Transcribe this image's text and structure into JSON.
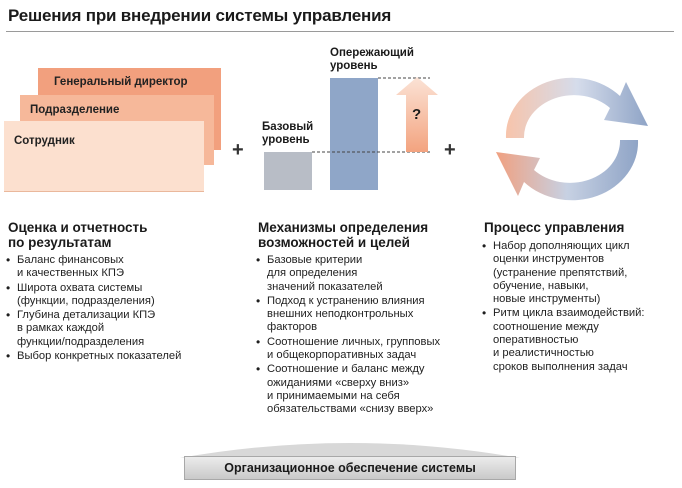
{
  "header": {
    "title": "Решения при внедрении системы управления"
  },
  "column1": {
    "cards": {
      "director": "Генеральный директор",
      "division": "Подразделение",
      "employee": "Сотрудник"
    },
    "heading_line1": "Оценка и отчетность",
    "heading_line2": "по результатам",
    "bullets": [
      [
        "Баланс финансовых",
        "и качественных КПЭ"
      ],
      [
        "Широта охвата системы",
        "(функции, подразделения)"
      ],
      [
        "Глубина детализации КПЭ",
        "в рамках каждой",
        "функции/подразделения"
      ],
      [
        "Выбор конкретных показателей"
      ]
    ]
  },
  "column2": {
    "base_level_line1": "Базовый",
    "base_level_line2": "уровень",
    "advanced_level_line1": "Опережающий",
    "advanced_level_line2": "уровень",
    "question_mark": "?",
    "heading_line1": "Механизмы определения",
    "heading_line2": "возможностей и целей",
    "bullets": [
      [
        "Базовые критерии",
        "для определения",
        "значений показателей"
      ],
      [
        "Подход к устранению влияния",
        "внешних неподконтрольных",
        "факторов"
      ],
      [
        "Соотношение личных, групповых",
        "и общекорпоративных задач"
      ],
      [
        "Соотношение и баланс между",
        "ожиданиями «сверху вниз»",
        "и принимаемыми на себя",
        "обязательствами «снизу вверх»"
      ]
    ]
  },
  "column3": {
    "heading_line1": "Процесс управления",
    "bullets": [
      [
        "Набор дополняющих цикл",
        "оценки инструментов",
        "(устранение препятствий,",
        "обучение, навыки,",
        "новые инструменты)"
      ],
      [
        "Ритм цикла взаимодействий:",
        "соотношение между",
        "оперативностью",
        "и реалистичностью",
        "сроков выполнения задач"
      ]
    ]
  },
  "plus_sign": "+",
  "footer": {
    "banner": "Организационное обеспечение системы"
  },
  "colors": {
    "card_dark": "#f2a07e",
    "card_mid": "#f6b89a",
    "card_light": "#fce0cf",
    "bar_base": "#b8bdc6",
    "bar_advanced": "#8fa6c8",
    "cycle_blue": "#8fa4c6",
    "cycle_orange": "#f0a080"
  }
}
